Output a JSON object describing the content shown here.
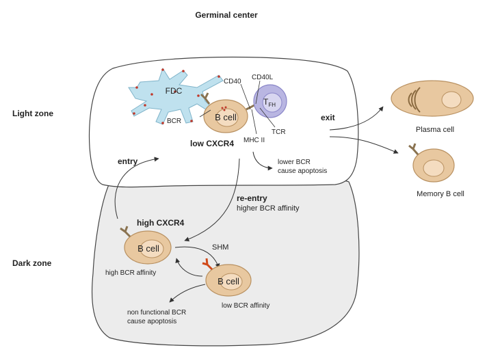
{
  "title": "Germinal center",
  "zones": {
    "light": "Light zone",
    "dark": "Dark zone"
  },
  "labels": {
    "fdc": "FDC",
    "bcr": "BCR",
    "b_cell": "B cell",
    "t_fh_main": "T",
    "t_fh_sub": "FH",
    "cd40": "CD40",
    "cd40l": "CD40L",
    "tcr": "TCR",
    "mhc2": "MHC II",
    "low_cxcr4": "low CXCR4",
    "lower_bcr_line1": "lower BCR",
    "lower_bcr_line2": "cause apoptosis",
    "entry": "entry",
    "exit": "exit",
    "plasma_cell": "Plasma cell",
    "memory_b_cell": "Memory B cell",
    "reentry": "re-entry",
    "higher_bcr_affinity": "higher BCR affinity",
    "high_cxcr4": "high CXCR4",
    "high_bcr_affinity": "high BCR affinity",
    "shm": "SHM",
    "low_bcr_affinity": "low BCR affinity",
    "non_functional_line1": "non functional BCR",
    "non_functional_line2": "cause apoptosis"
  },
  "colors": {
    "cell_fill": "#e8c8a0",
    "cell_stroke": "#b89060",
    "nucleus_fill": "#f4dcc0",
    "fdc_fill": "#bfe1ee",
    "fdc_stroke": "#7fb3c9",
    "fdc_dots": "#c0392b",
    "tfh_fill": "#b9b6e2",
    "receptor": "#8a7350",
    "receptor_low": "#d04a1a",
    "light_zone_fill": "#ffffff",
    "dark_zone_fill": "#ececec",
    "zone_stroke": "#444444"
  }
}
